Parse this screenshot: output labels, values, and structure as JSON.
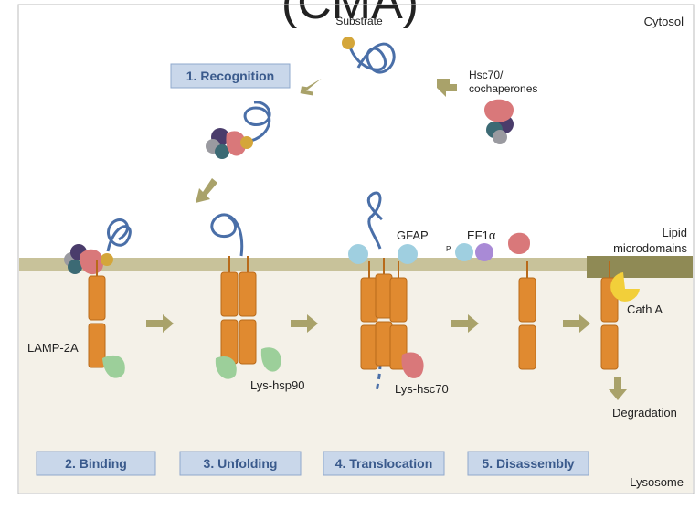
{
  "header": {
    "title_fragment": "(CMA)"
  },
  "compartments": {
    "cytosol": "Cytosol",
    "lysosome": "Lysosome",
    "lipid_line1": "Lipid",
    "lipid_line2": "microdomains"
  },
  "labels": {
    "substrate": "Substrate",
    "hsc70_line1": "Hsc70/",
    "hsc70_line2": "cochaperones",
    "lamp2a": "LAMP-2A",
    "gfap": "GFAP",
    "ef1a": "EF1α",
    "phospho": "P",
    "lys_hsp90": "Lys-hsp90",
    "lys_hsc70": "Lys-hsc70",
    "cath_a": "Cath A",
    "degradation": "Degradation"
  },
  "steps": [
    {
      "label": "1. Recognition"
    },
    {
      "label": "2. Binding"
    },
    {
      "label": "3. Unfolding"
    },
    {
      "label": "4. Translocation"
    },
    {
      "label": "5. Disassembly"
    }
  ],
  "colors": {
    "substrate_line": "#4a6fa8",
    "substrate_tag": "#d4a63a",
    "hsc70": "#d9787a",
    "cochaperone_purple": "#4a3c6b",
    "cochaperone_teal": "#3c6a74",
    "cochaperone_grey": "#9a9aa0",
    "lamp2a": "#e08a30",
    "lys_hsp90": "#9ccf9a",
    "gfap": "#9fcfe0",
    "ef1a": "#a98ad6",
    "cath_a": "#f2cf3a",
    "membrane": "#c8c29a",
    "lipid_domain": "#8f8a55",
    "arrow": "#a9a26a",
    "lysosome_bg": "#f4f1e8"
  }
}
